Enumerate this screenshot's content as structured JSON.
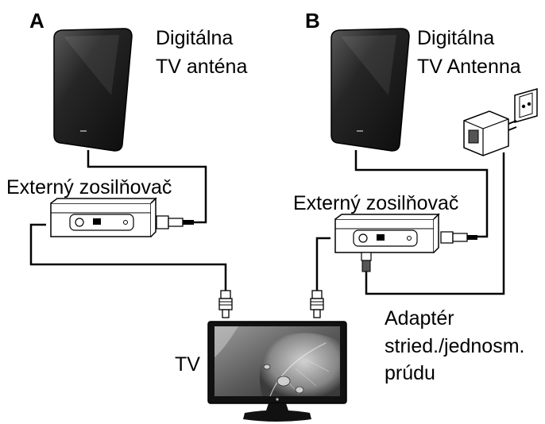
{
  "setup_a": {
    "letter": "A",
    "antenna_label_line1": "Digitálna",
    "antenna_label_line2": "TV anténa",
    "amplifier_label": "Externý zosilňovač"
  },
  "setup_b": {
    "letter": "B",
    "antenna_label_line1": "Digitálna",
    "antenna_label_line2": "TV Antenna",
    "amplifier_label": "Externý zosilňovač",
    "adapter_label_line1": "Adaptér",
    "adapter_label_line2": "stried./jednosm.",
    "adapter_label_line3": "prúdu"
  },
  "tv": {
    "label": "TV"
  },
  "colors": {
    "panel_dark": "#141414",
    "panel_sheen": "#4a4a4a",
    "line": "#000000",
    "device_fill": "#ffffff"
  }
}
